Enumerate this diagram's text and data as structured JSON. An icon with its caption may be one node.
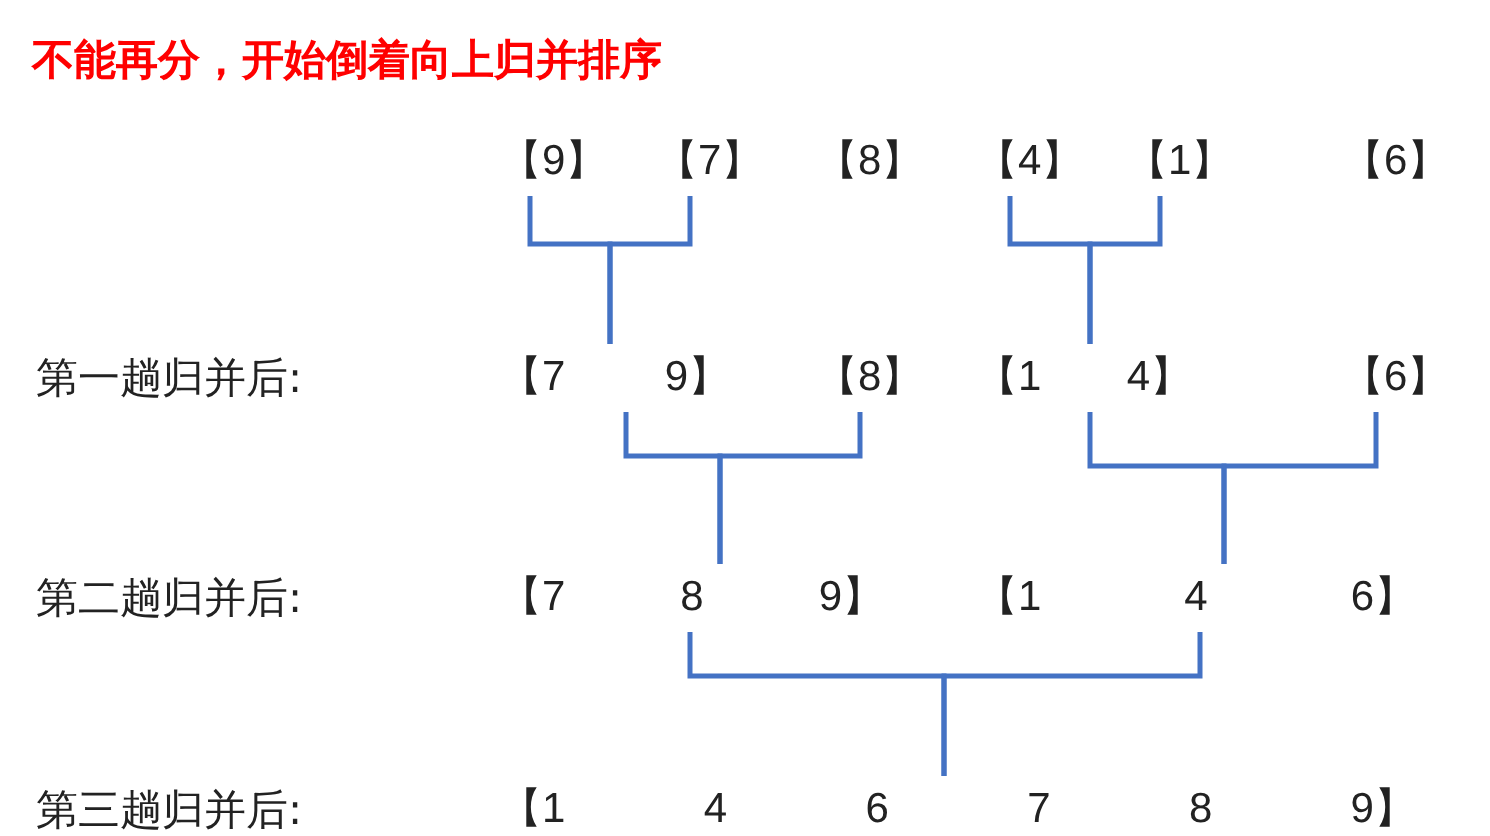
{
  "diagram": {
    "title": "不能再分，开始倒着向上归并排序",
    "nodes": [
      {
        "text": [
          "【9】"
        ]
      },
      {
        "text": [
          "【7】"
        ]
      },
      {
        "text": [
          "【8】"
        ]
      },
      {
        "text": [
          "【4】"
        ]
      },
      {
        "text": [
          "【1】"
        ]
      },
      {
        "text": [
          "【6】"
        ]
      },
      {
        "text": [
          "【7",
          "9】"
        ]
      },
      {
        "text": [
          "【8】"
        ]
      },
      {
        "text": [
          "【1",
          "4】"
        ]
      },
      {
        "text": [
          "【6】"
        ]
      },
      {
        "text": [
          "【7",
          "8",
          "9】"
        ]
      },
      {
        "text": [
          "【1",
          "4",
          "6】"
        ]
      },
      {
        "text": [
          "【1",
          "4",
          "6",
          "7",
          "8",
          "9】"
        ]
      }
    ],
    "edges": [
      {
        "from": 0,
        "to": 6,
        "arrow": "none"
      },
      {
        "from": 1,
        "to": 6,
        "arrow": "none"
      },
      {
        "from": 3,
        "to": 8,
        "arrow": "none"
      },
      {
        "from": 4,
        "to": 8,
        "arrow": "none"
      },
      {
        "from": 6,
        "to": 10,
        "arrow": "none"
      },
      {
        "from": 7,
        "to": 10,
        "arrow": "none"
      },
      {
        "from": 8,
        "to": 11,
        "arrow": "none"
      },
      {
        "from": 9,
        "to": 11,
        "arrow": "none"
      },
      {
        "from": 10,
        "to": 12,
        "arrow": "none"
      },
      {
        "from": 11,
        "to": 12,
        "arrow": "none"
      }
    ],
    "labels": [
      "第一趟归并后:",
      "第二趟归并后:",
      "第三趟归并后:"
    ]
  }
}
